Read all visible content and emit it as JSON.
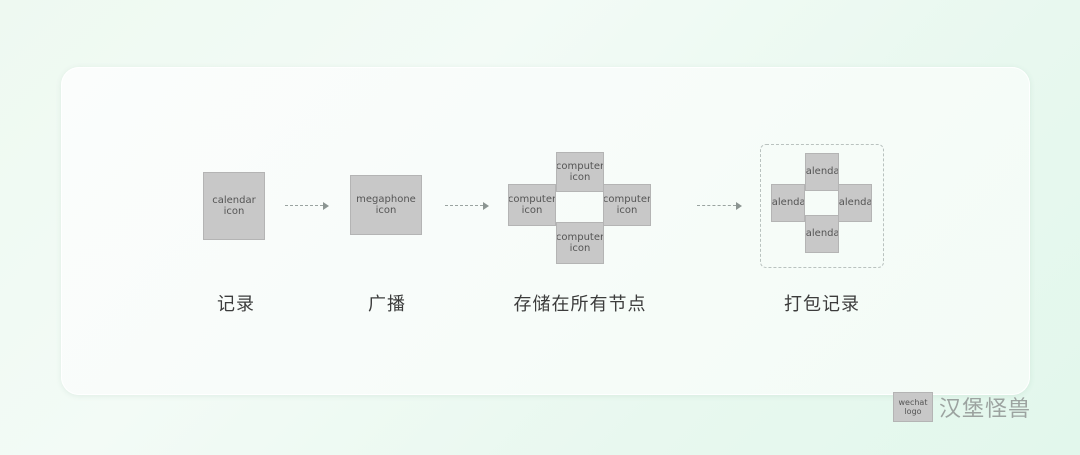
{
  "steps": {
    "record": "记录",
    "broadcast": "广播",
    "store": "存储在所有节点",
    "pack": "打包记录"
  },
  "watermark": {
    "text": "汉堡怪兽"
  }
}
